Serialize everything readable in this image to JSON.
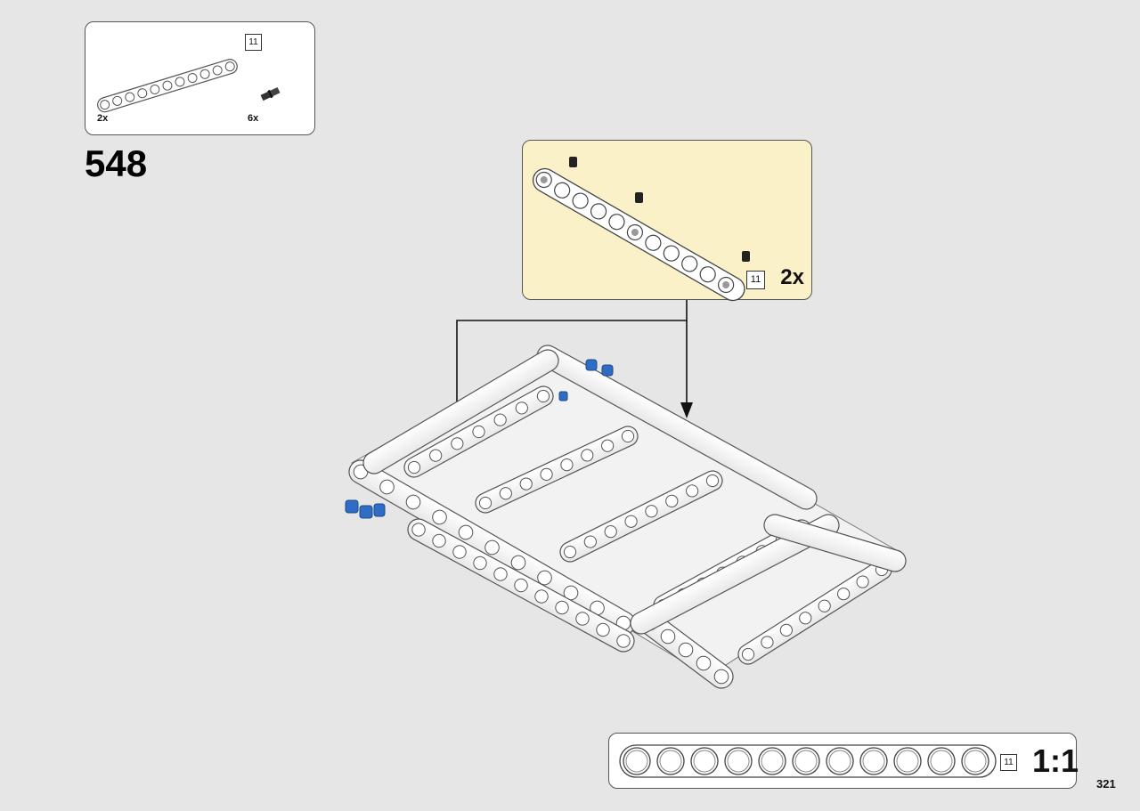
{
  "parts_list": {
    "items": [
      {
        "name": "technic-beam-11",
        "quantity": "2x",
        "length_label": "11"
      },
      {
        "name": "technic-pin-with-friction",
        "quantity": "6x"
      }
    ]
  },
  "step": {
    "number": "548"
  },
  "callout": {
    "length_label": "11",
    "quantity": "2x"
  },
  "scale_reference": {
    "length_label": "11",
    "scale_text": "1:1",
    "hole_count": 11
  },
  "page": {
    "number": "321"
  },
  "colors": {
    "background": "#e6e6e6",
    "callout_fill": "#fbf1c8",
    "pin_blue": "#2f6cc4",
    "pin_black": "#222222"
  }
}
